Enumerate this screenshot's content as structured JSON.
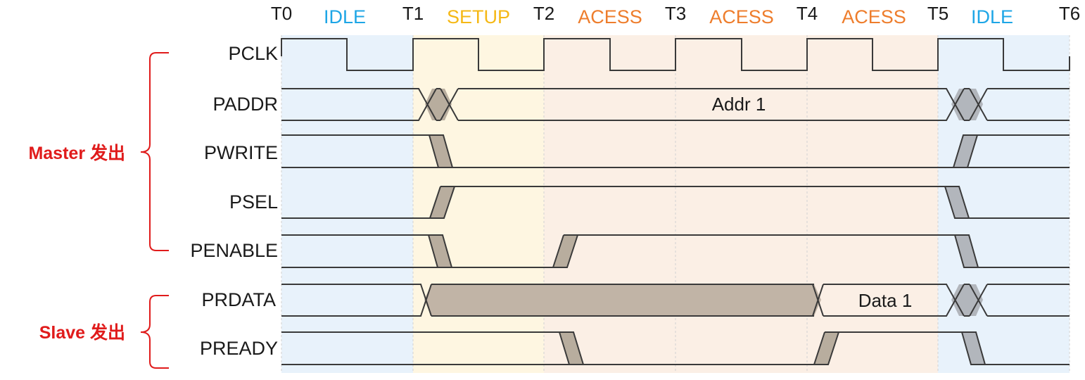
{
  "time_marks": [
    "T0",
    "T1",
    "T2",
    "T3",
    "T4",
    "T5",
    "T6"
  ],
  "phases": [
    {
      "label": "IDLE",
      "kind": "idle",
      "color": "#1ea6e6"
    },
    {
      "label": "SETUP",
      "kind": "setup",
      "color": "#f5b815"
    },
    {
      "label": "ACESS",
      "kind": "access",
      "color": "#ee7d2c"
    },
    {
      "label": "ACESS",
      "kind": "access",
      "color": "#ee7d2c"
    },
    {
      "label": "ACESS",
      "kind": "access",
      "color": "#ee7d2c"
    },
    {
      "label": "IDLE",
      "kind": "idle",
      "color": "#1ea6e6"
    }
  ],
  "phase_backgrounds": {
    "idle": "#e8f2fb",
    "setup": "#fef6e1",
    "access": "#fbefe5"
  },
  "signals": [
    {
      "name": "PCLK",
      "type": "clock"
    },
    {
      "name": "PADDR",
      "type": "bus"
    },
    {
      "name": "PWRITE",
      "type": "control"
    },
    {
      "name": "PSEL",
      "type": "control"
    },
    {
      "name": "PENABLE",
      "type": "control"
    },
    {
      "name": "PRDATA",
      "type": "bus"
    },
    {
      "name": "PREADY",
      "type": "control"
    }
  ],
  "bus_values": {
    "paddr": "Addr 1",
    "prdata": "Data 1"
  },
  "groups": [
    {
      "label": "Master 发出"
    },
    {
      "label": "Slave 发出"
    }
  ],
  "colors": {
    "transition": "#b8ad9e",
    "transition_idle": "#b2b6bc",
    "invalid_data": "#c1b4a6",
    "brace": "#e01b1b",
    "wave": "#3a3a3a"
  }
}
